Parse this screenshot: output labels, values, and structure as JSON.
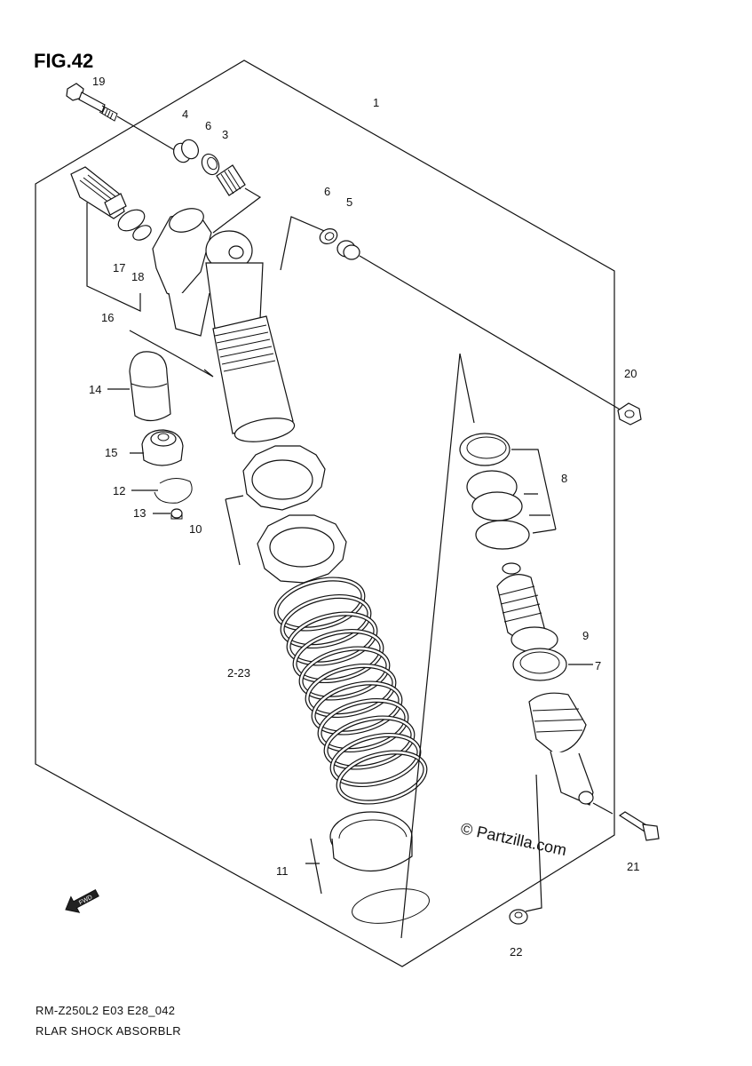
{
  "figure_title": "FIG.42",
  "model_code": "RM-Z250L2 E03 E28_042",
  "section_title": "RLAR SHOCK ABSORBLR",
  "watermark": "© Partzilla.com",
  "fine_print": "",
  "callouts": {
    "c1": "1",
    "c2_23": "2-23",
    "c3": "3",
    "c4": "4",
    "c5": "5",
    "c6a": "6",
    "c6b": "6",
    "c7": "7",
    "c8": "8",
    "c9": "9",
    "c10": "10",
    "c11": "11",
    "c12": "12",
    "c13": "13",
    "c14": "14",
    "c15": "15",
    "c16": "16",
    "c17": "17",
    "c18": "18",
    "c19": "19",
    "c20": "20",
    "c21": "21",
    "c22": "22"
  },
  "fwd_arrow_label": "FWD"
}
